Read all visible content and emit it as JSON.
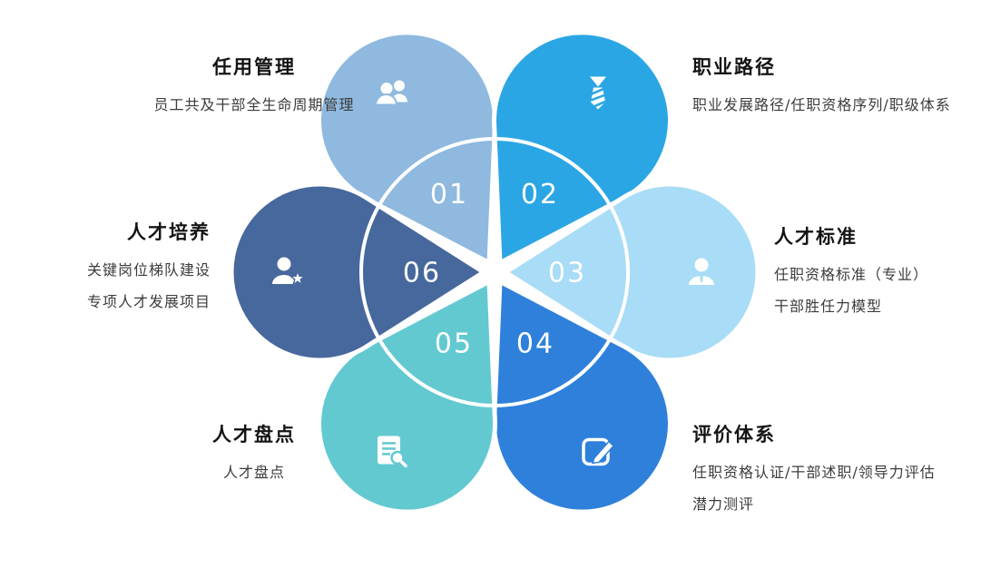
{
  "diagram": {
    "ring_color": "#ffffff",
    "number_color": "#ffffff",
    "petals": [
      {
        "number": "01",
        "title": "任用管理",
        "lines": [
          "员工共及干部全生命周期管理"
        ],
        "color": "#8FB9DE",
        "icon": "users-icon"
      },
      {
        "number": "02",
        "title": "职业路径",
        "lines": [
          "职业发展路径/任职资格序列/职级体系"
        ],
        "color": "#2BA6E4",
        "icon": "tie-icon"
      },
      {
        "number": "03",
        "title": "人才标准",
        "lines": [
          "任职资格标准（专业）",
          "干部胜任力模型"
        ],
        "color": "#A9DCF6",
        "icon": "user-icon"
      },
      {
        "number": "04",
        "title": "评价体系",
        "lines": [
          "任职资格认证/干部述职/领导力评估",
          "潜力测评"
        ],
        "color": "#2E80DB",
        "icon": "edit-icon"
      },
      {
        "number": "05",
        "title": "人才盘点",
        "lines": [
          "人才盘点"
        ],
        "color": "#62C9D1",
        "icon": "report-search-icon"
      },
      {
        "number": "06",
        "title": "人才培养",
        "lines": [
          "关键岗位梯队建设",
          "专项人才发展项目"
        ],
        "color": "#47689C",
        "icon": "user-star-icon"
      }
    ]
  }
}
